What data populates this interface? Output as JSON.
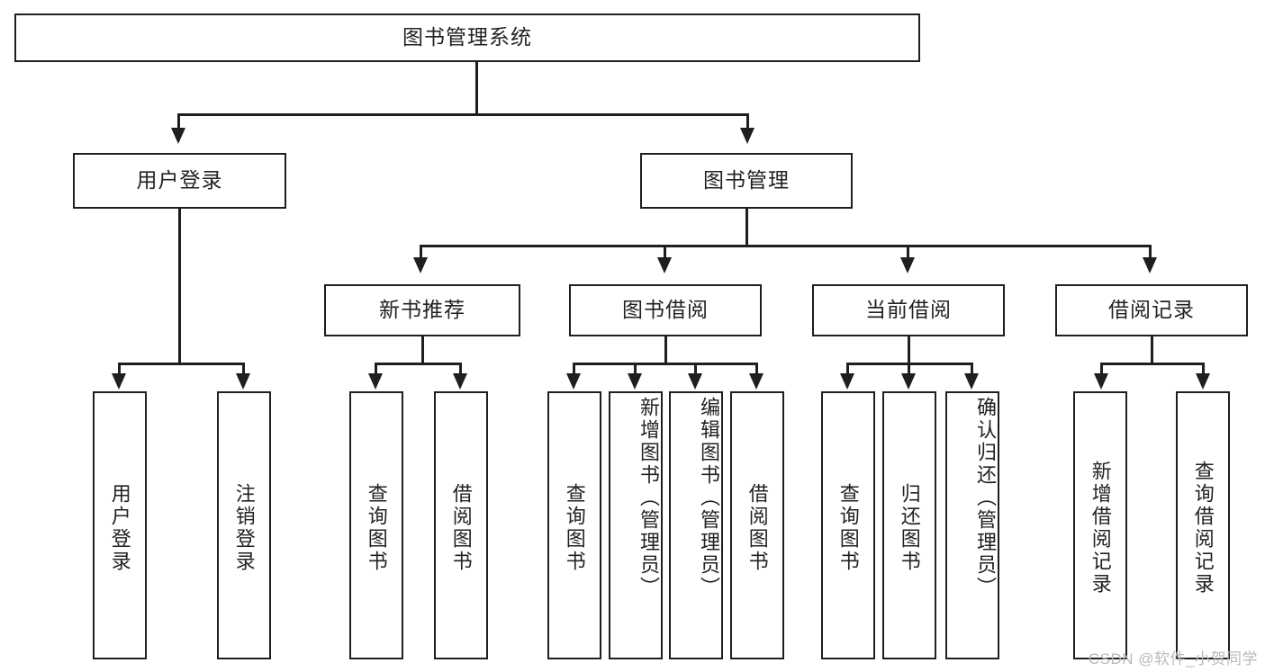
{
  "diagram": {
    "type": "tree",
    "title": "图书管理系统",
    "root": {
      "label": "图书管理系统"
    },
    "level2": [
      {
        "label": "用户登录"
      },
      {
        "label": "图书管理"
      }
    ],
    "level3": [
      {
        "label": "新书推荐"
      },
      {
        "label": "图书借阅"
      },
      {
        "label": "当前借阅"
      },
      {
        "label": "借阅记录"
      }
    ],
    "leaves": {
      "user_login": [
        {
          "label": "用户登录"
        },
        {
          "label": "注销登录"
        }
      ],
      "new_book_recommend": [
        {
          "label": "查询图书"
        },
        {
          "label": "借阅图书"
        }
      ],
      "book_borrow": [
        {
          "label": "查询图书"
        },
        {
          "label": "新增图书（管理员）"
        },
        {
          "label": "编辑图书（管理员）"
        },
        {
          "label": "借阅图书"
        }
      ],
      "current_borrow": [
        {
          "label": "查询图书"
        },
        {
          "label": "归还图书"
        },
        {
          "label": "确认归还（管理员）"
        }
      ],
      "borrow_record": [
        {
          "label": "新增借阅记录"
        },
        {
          "label": "查询借阅记录"
        }
      ]
    }
  },
  "watermark": {
    "text": "CSDN @软件_小贺同学"
  },
  "colors": {
    "stroke": "#1f1f1f",
    "fill": "#ffffff",
    "text": "#222222",
    "watermark": "#b9b9b9"
  }
}
